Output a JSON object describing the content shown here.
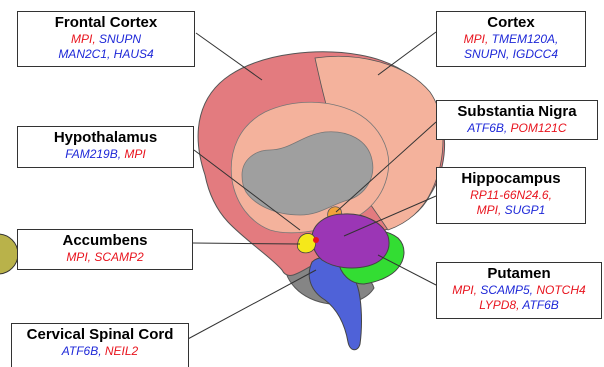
{
  "colors": {
    "risk_gene_red": "#e8141e",
    "protective_gene_blue": "#1e28d8",
    "frontal_cortex": "#e37b7f",
    "cortex": "#f4b29c",
    "thalamus_gray": "#9f9f9f",
    "substantia_nigra": "#f2a23a",
    "hippocampus": "#9b36b5",
    "putamen": "#33dd33",
    "spinal_cord": "#4f62d8",
    "accumbens": "#f5e81a",
    "olive_marker": "#b9b24a"
  },
  "labels": {
    "frontal_cortex": {
      "title": "Frontal Cortex",
      "lines": [
        [
          {
            "t": "MPI",
            "c": "red"
          },
          {
            "t": ", ",
            "c": "red"
          },
          {
            "t": "SNUPN",
            "c": "blue"
          }
        ],
        [
          {
            "t": "MAN2C1, HAUS4",
            "c": "blue"
          }
        ]
      ]
    },
    "cortex": {
      "title": "Cortex",
      "lines": [
        [
          {
            "t": "MPI",
            "c": "red"
          },
          {
            "t": ", ",
            "c": "red"
          },
          {
            "t": "TMEM120A,",
            "c": "blue"
          }
        ],
        [
          {
            "t": "SNUPN, IGDCC4",
            "c": "blue"
          }
        ]
      ]
    },
    "substantia_nigra": {
      "title": "Substantia Nigra",
      "lines": [
        [
          {
            "t": "ATF6B",
            "c": "blue"
          },
          {
            "t": ", ",
            "c": "blue"
          },
          {
            "t": "POM121C",
            "c": "red"
          }
        ]
      ]
    },
    "hypothalamus": {
      "title": "Hypothalamus",
      "lines": [
        [
          {
            "t": "FAM219B",
            "c": "blue"
          },
          {
            "t": ", ",
            "c": "blue"
          },
          {
            "t": "MPI",
            "c": "red"
          }
        ]
      ]
    },
    "hippocampus": {
      "title": "Hippocampus",
      "lines": [
        [
          {
            "t": "RP11-66N24.6,",
            "c": "red"
          }
        ],
        [
          {
            "t": "MPI",
            "c": "red"
          },
          {
            "t": ", ",
            "c": "red"
          },
          {
            "t": "SUGP1",
            "c": "blue"
          }
        ]
      ]
    },
    "accumbens": {
      "title": "Accumbens",
      "lines": [
        [
          {
            "t": "MPI, SCAMP2",
            "c": "red"
          }
        ]
      ]
    },
    "putamen": {
      "title": "Putamen",
      "lines": [
        [
          {
            "t": "MPI",
            "c": "red"
          },
          {
            "t": ",  ",
            "c": "red"
          },
          {
            "t": "SCAMP5",
            "c": "blue"
          },
          {
            "t": ", ",
            "c": "blue"
          },
          {
            "t": "NOTCH4",
            "c": "red"
          }
        ],
        [
          {
            "t": "LYPD8",
            "c": "red"
          },
          {
            "t": ", ",
            "c": "red"
          },
          {
            "t": "ATF6B",
            "c": "blue"
          }
        ]
      ]
    },
    "cervical_spinal_cord": {
      "title": "Cervical Spinal Cord",
      "lines": [
        [
          {
            "t": "ATF6B",
            "c": "blue"
          },
          {
            "t": ", ",
            "c": "blue"
          },
          {
            "t": "NEIL2",
            "c": "red"
          }
        ]
      ]
    }
  }
}
